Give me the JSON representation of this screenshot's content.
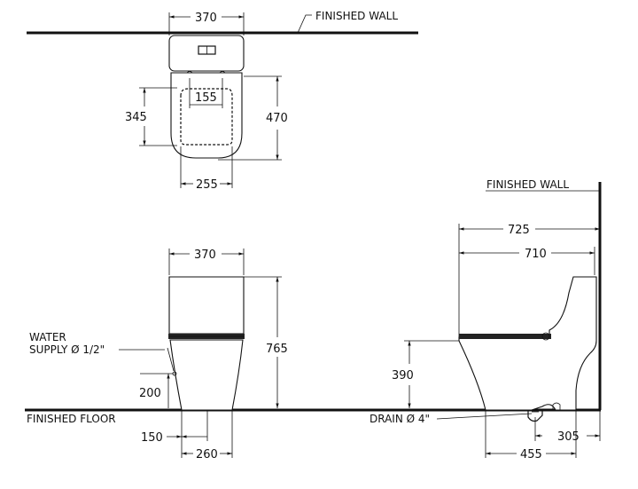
{
  "labels": {
    "finished_wall_top": "FINISHED  WALL",
    "finished_wall_side": "FINISHED  WALL",
    "finished_floor": "FINISHED  FLOOR",
    "water_supply_1": "WATER",
    "water_supply_2": "SUPPLY Ø 1/2\"",
    "drain": "DRAIN Ø 4\""
  },
  "dimensions": {
    "top_width": "370",
    "top_hole_spacing": "155",
    "top_seat_depth": "345",
    "top_overall_depth": "470",
    "top_bottom_width": "255",
    "front_width": "370",
    "front_height": "765",
    "front_supply_height": "200",
    "front_supply_offset": "150",
    "front_base_width": "260",
    "side_overall_depth": "725",
    "side_tank_depth": "710",
    "side_seat_height": "390",
    "side_drain_to_front": "455",
    "side_drain_to_wall": "305"
  }
}
